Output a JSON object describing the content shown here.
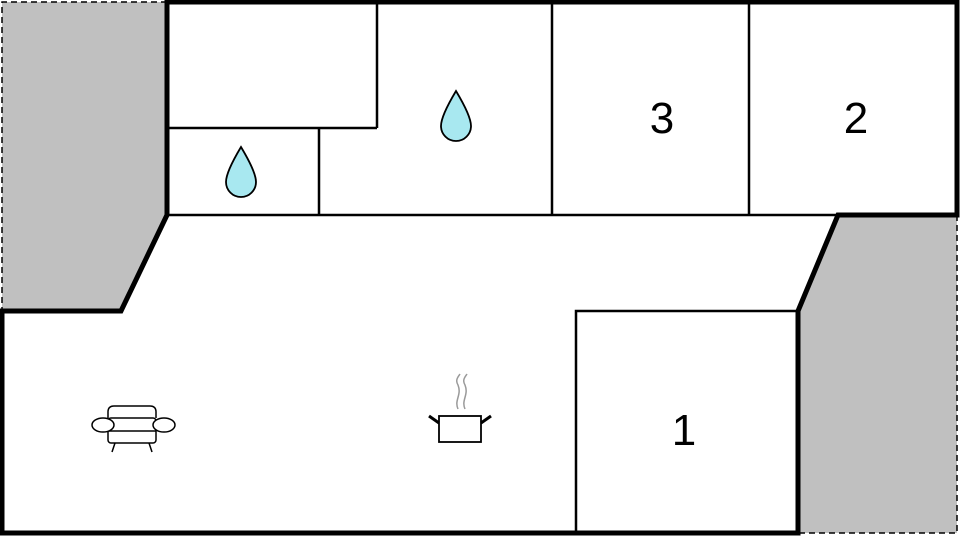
{
  "colors": {
    "background": "#ffffff",
    "outside_area": "#c0c0c0",
    "wall": "#000000",
    "water_drop": "#a8e8f0"
  },
  "rooms": {
    "bedroom_1": {
      "number": "1"
    },
    "bedroom_2": {
      "number": "2"
    },
    "bedroom_3": {
      "number": "3"
    }
  },
  "icons": {
    "sofa": "sofa-icon",
    "cooking_pot": "cooking-pot-icon",
    "water_drop": "water-drop-icon"
  }
}
